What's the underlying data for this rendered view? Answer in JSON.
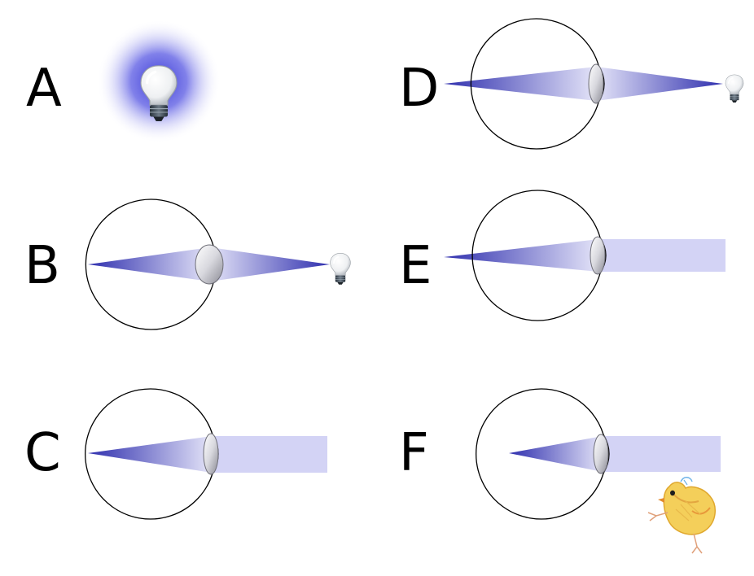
{
  "panels": [
    {
      "label": "A"
    },
    {
      "label": "B"
    },
    {
      "label": "C"
    },
    {
      "label": "D"
    },
    {
      "label": "E"
    },
    {
      "label": "F"
    }
  ],
  "colors": {
    "ray_dark": "#3a3ab8",
    "ray_light": "#d3d3f5",
    "glow": "#5a5ae0",
    "eye_outline": "#000000",
    "chick": "#f2c94c"
  }
}
